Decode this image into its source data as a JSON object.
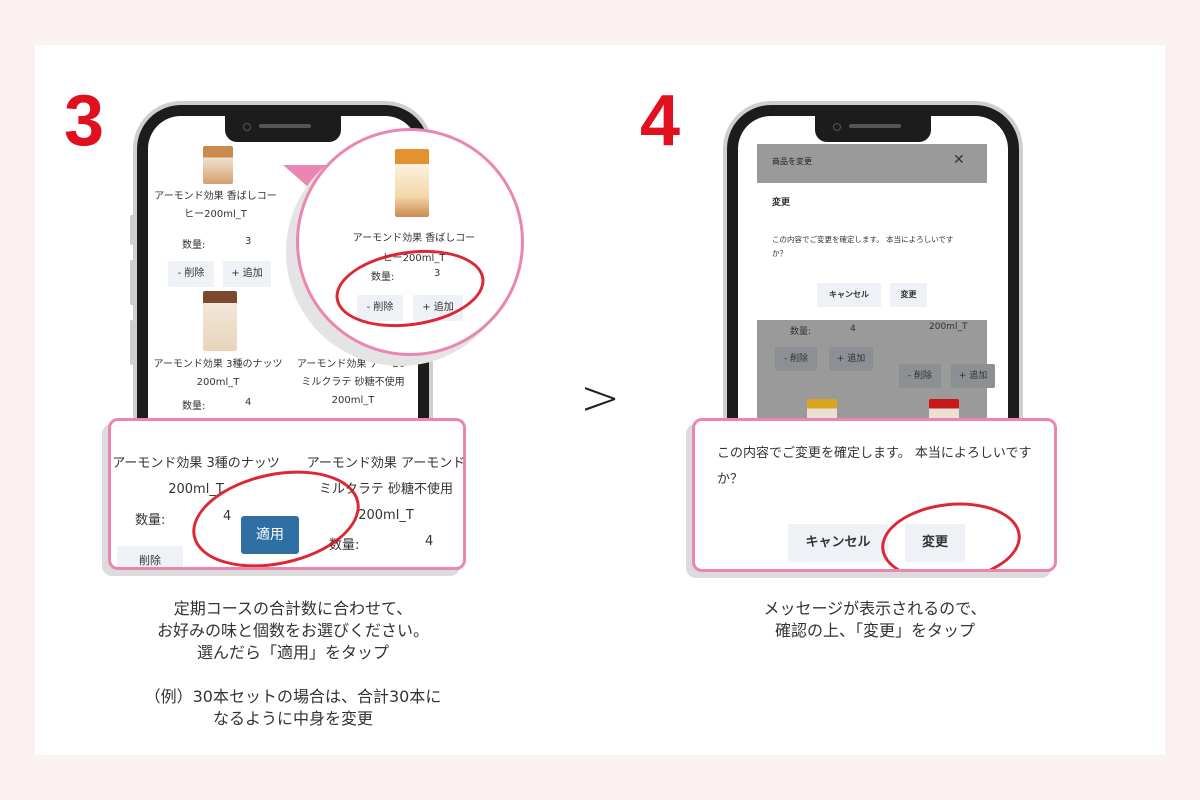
{
  "step3": {
    "number": "3",
    "products": [
      {
        "name_l1": "アーモンド効果 香ばしコー",
        "name_l2": "ヒー200ml_T",
        "qty_label": "数量:",
        "qty": "3"
      },
      {
        "name_l1": "アーモンド効果 3種のナッツ",
        "name_l2": "200ml_T",
        "qty_label": "数量:",
        "qty": "4"
      },
      {
        "name_l1": "アーモンド効果 アーモン",
        "name_l2": "ミルクラテ 砂糖不使用",
        "name_l3": "200ml_T"
      }
    ],
    "remove_label": "- 削除",
    "add_label": "+ 追加",
    "callout": {
      "p1_l1": "アーモンド効果 3種のナッツ",
      "p1_l2": "200ml_T",
      "p2_l1": "アーモンド効果 アーモンド",
      "p2_l2": "ミルクラテ 砂糖不使用",
      "p2_l3": "200ml_T",
      "qty_label": "数量:",
      "qty1": "4",
      "qty2": "4",
      "apply_label": "適用",
      "remove_partial": "削除"
    },
    "caption": [
      "定期コースの合計数に合わせて、",
      "お好みの味と個数をお選びください。",
      "選んだら「適用」をタップ",
      "（例）30本セットの場合は、合計30本に",
      "なるように中身を変更"
    ]
  },
  "arrow": ">",
  "step4": {
    "number": "4",
    "modal_header": "商品を変更",
    "dialog_title": "変更",
    "dialog_message_l1": "この内容でご変更を確定します。 本当によろしいです",
    "dialog_message_l2": "か？",
    "cancel_label": "キャンセル",
    "confirm_label": "変更",
    "bg_qty_label": "数量:",
    "bg_qty": "4",
    "bg_size": "200ml_T",
    "remove_label": "- 削除",
    "add_label": "+ 追加",
    "caption": [
      "メッセージが表示されるので、",
      "確認の上、「変更」をタップ"
    ]
  },
  "colors": {
    "accent_red": "#e0101e",
    "pink": "#e986b2",
    "apply_blue": "#2f6fa3"
  }
}
